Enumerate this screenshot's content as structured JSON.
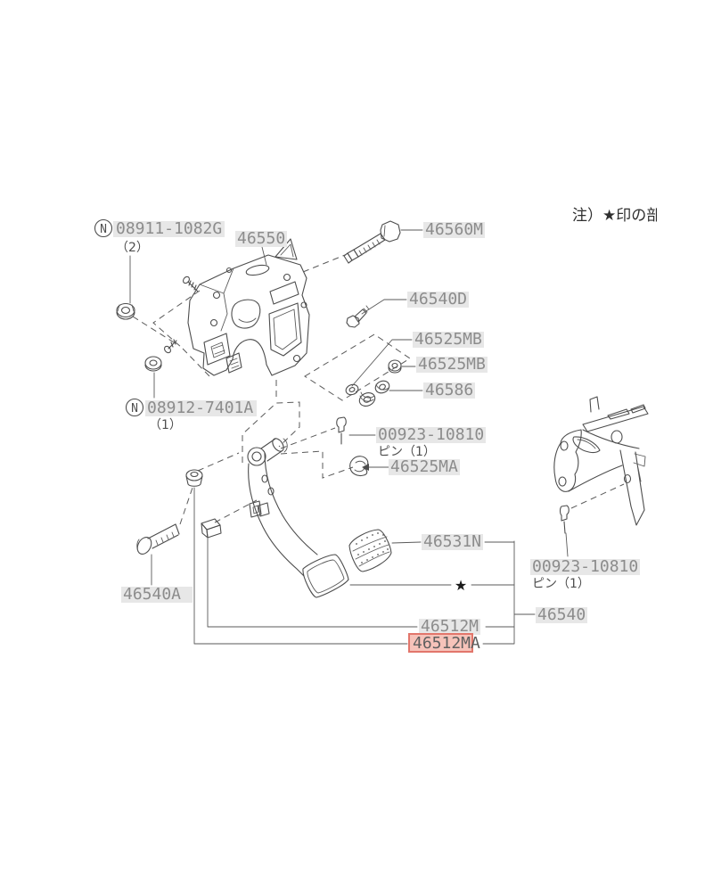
{
  "note": {
    "text": "注）★印の部"
  },
  "markers": {
    "star": "★"
  },
  "colors": {
    "line": "#4d4d4d",
    "label_text": "#8c8c8c",
    "label_highlight": "#e7e7e7",
    "selected_highlight_fill": "#f6c3ba",
    "selected_highlight_border": "#e2766b"
  },
  "parts": {
    "l08911": {
      "badge": "N",
      "number": "08911-1082G",
      "qty": "（2）"
    },
    "l46550": {
      "number": "46550"
    },
    "l46560M": {
      "number": "46560M"
    },
    "l46540D": {
      "number": "46540D"
    },
    "l46525MB_a": {
      "number": "46525MB"
    },
    "l46525MB_b": {
      "number": "46525MB"
    },
    "l46586": {
      "number": "46586"
    },
    "l00923_a": {
      "number": "00923-10810",
      "sub": "ピン（1）"
    },
    "l46525MA": {
      "number": "46525MA"
    },
    "l08912": {
      "badge": "N",
      "number": "08912-7401A",
      "qty": "（1）"
    },
    "l46531N": {
      "number": "46531N"
    },
    "l46540A": {
      "number": "46540A"
    },
    "l00923_b": {
      "number": "00923-10810",
      "sub": "ピン（1）"
    },
    "l46540": {
      "number": "46540"
    },
    "l46512M": {
      "number": "46512M"
    },
    "l46512MA": {
      "number": "46512MA",
      "selected": true
    }
  }
}
